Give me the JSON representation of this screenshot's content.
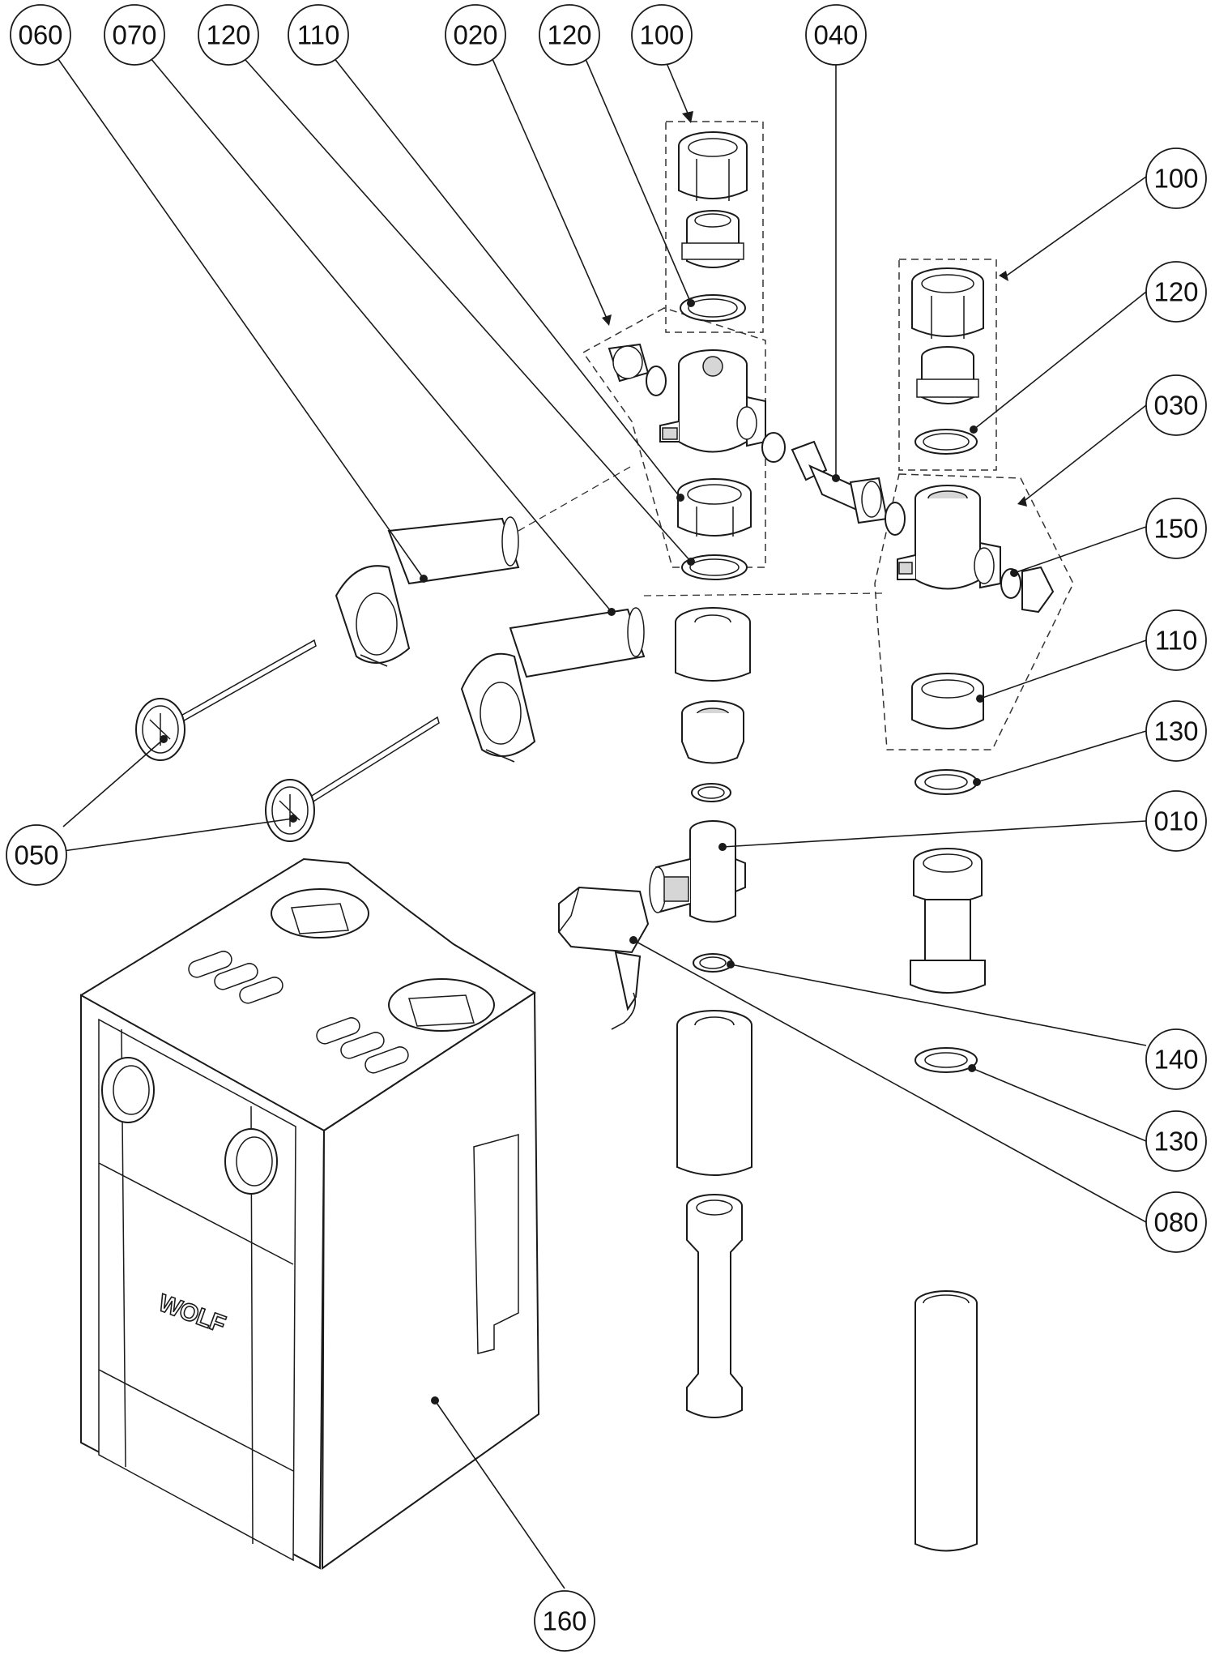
{
  "diagram": {
    "brand_logo": "WOLF",
    "callouts": [
      {
        "id": "c060-top",
        "label": "060"
      },
      {
        "id": "c070-top",
        "label": "070"
      },
      {
        "id": "c120-top-a",
        "label": "120"
      },
      {
        "id": "c110-top",
        "label": "110"
      },
      {
        "id": "c020-top",
        "label": "020"
      },
      {
        "id": "c120-top-b",
        "label": "120"
      },
      {
        "id": "c100-top",
        "label": "100"
      },
      {
        "id": "c040-top",
        "label": "040"
      },
      {
        "id": "c100-right",
        "label": "100"
      },
      {
        "id": "c120-right",
        "label": "120"
      },
      {
        "id": "c030-right",
        "label": "030"
      },
      {
        "id": "c150-right",
        "label": "150"
      },
      {
        "id": "c110-right",
        "label": "110"
      },
      {
        "id": "c130-right-a",
        "label": "130"
      },
      {
        "id": "c010-right",
        "label": "010"
      },
      {
        "id": "c140-right",
        "label": "140"
      },
      {
        "id": "c130-right-b",
        "label": "130"
      },
      {
        "id": "c080-right",
        "label": "080"
      },
      {
        "id": "c050-left",
        "label": "050"
      },
      {
        "id": "c160-bottom",
        "label": "160"
      }
    ]
  }
}
